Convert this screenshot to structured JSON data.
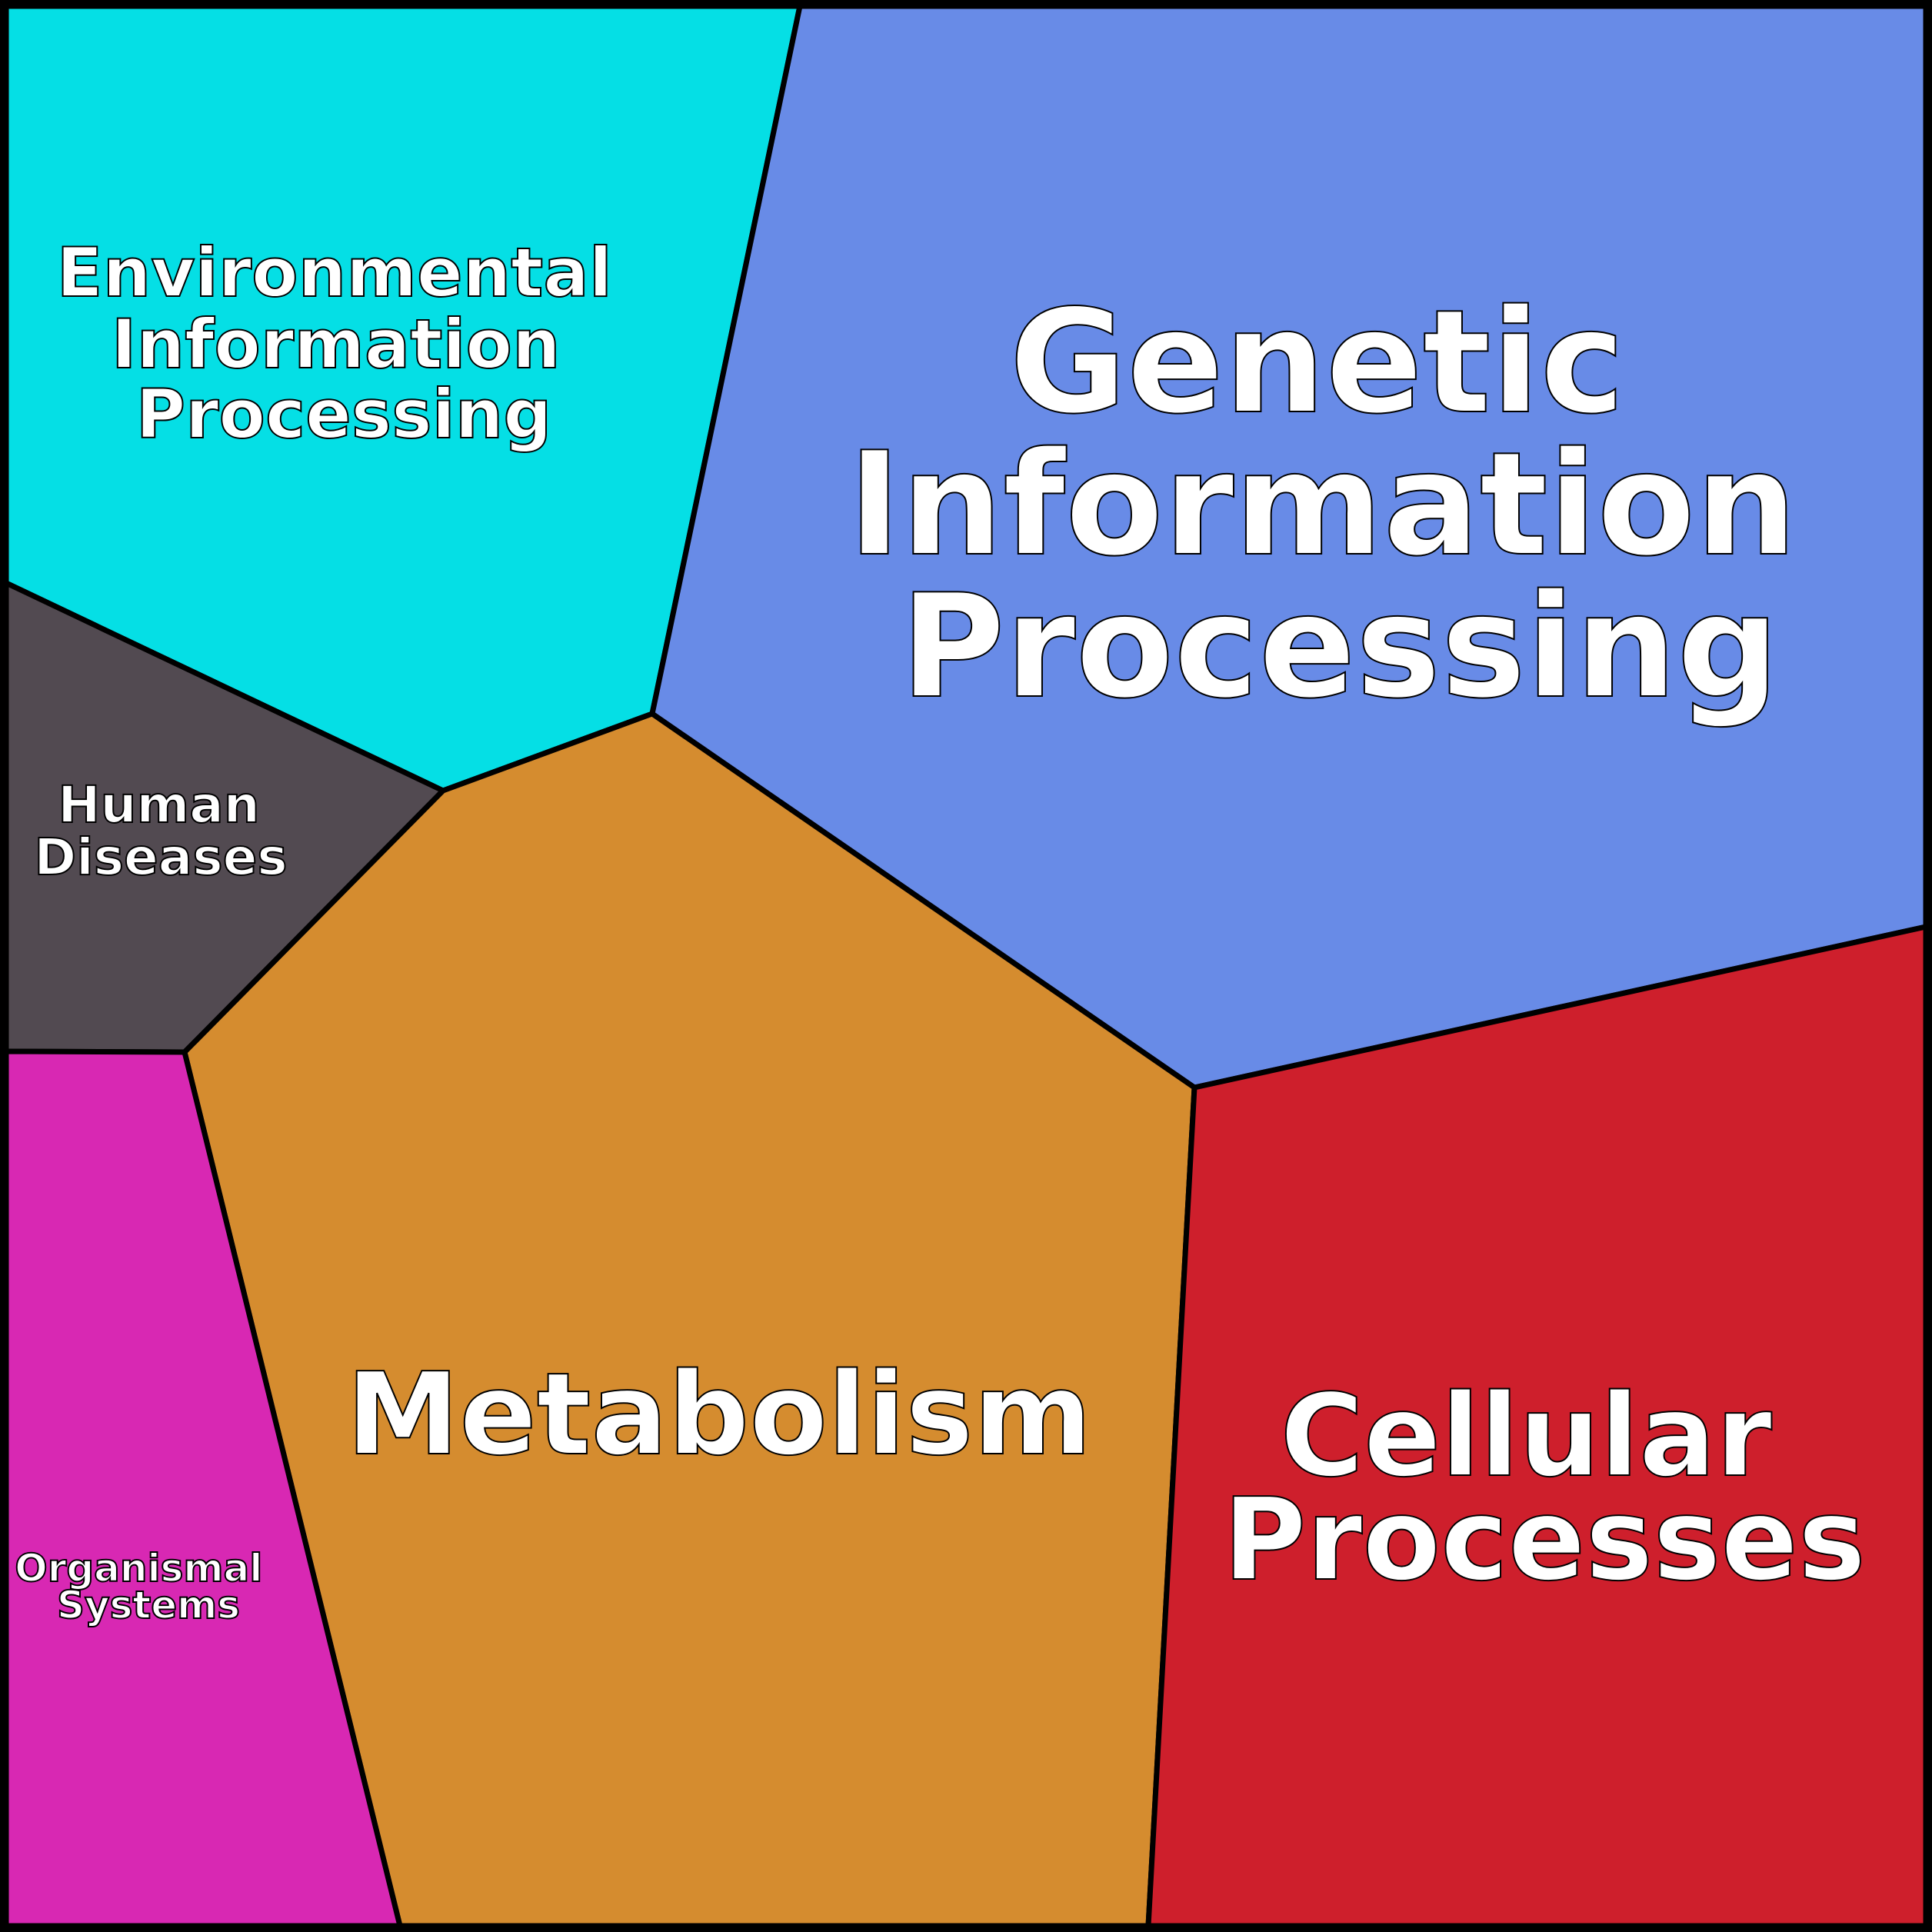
{
  "diagram": {
    "type": "voronoi-treemap",
    "regions": [
      {
        "id": "environmental",
        "lines": [
          "Environmental",
          "Information",
          "Processing"
        ],
        "color": "#05dfe5"
      },
      {
        "id": "genetic",
        "lines": [
          "Genetic",
          "Information",
          "Processing"
        ],
        "color": "#688be7"
      },
      {
        "id": "human-diseases",
        "lines": [
          "Human",
          "Diseases"
        ],
        "color": "#524a51"
      },
      {
        "id": "metabolism",
        "lines": [
          "Metabolism"
        ],
        "color": "#d58c2f"
      },
      {
        "id": "organismal",
        "lines": [
          "Organismal",
          "Systems"
        ],
        "color": "#d828b3"
      },
      {
        "id": "cellular",
        "lines": [
          "Cellular",
          "Processes"
        ],
        "color": "#ce1f2c"
      }
    ]
  }
}
